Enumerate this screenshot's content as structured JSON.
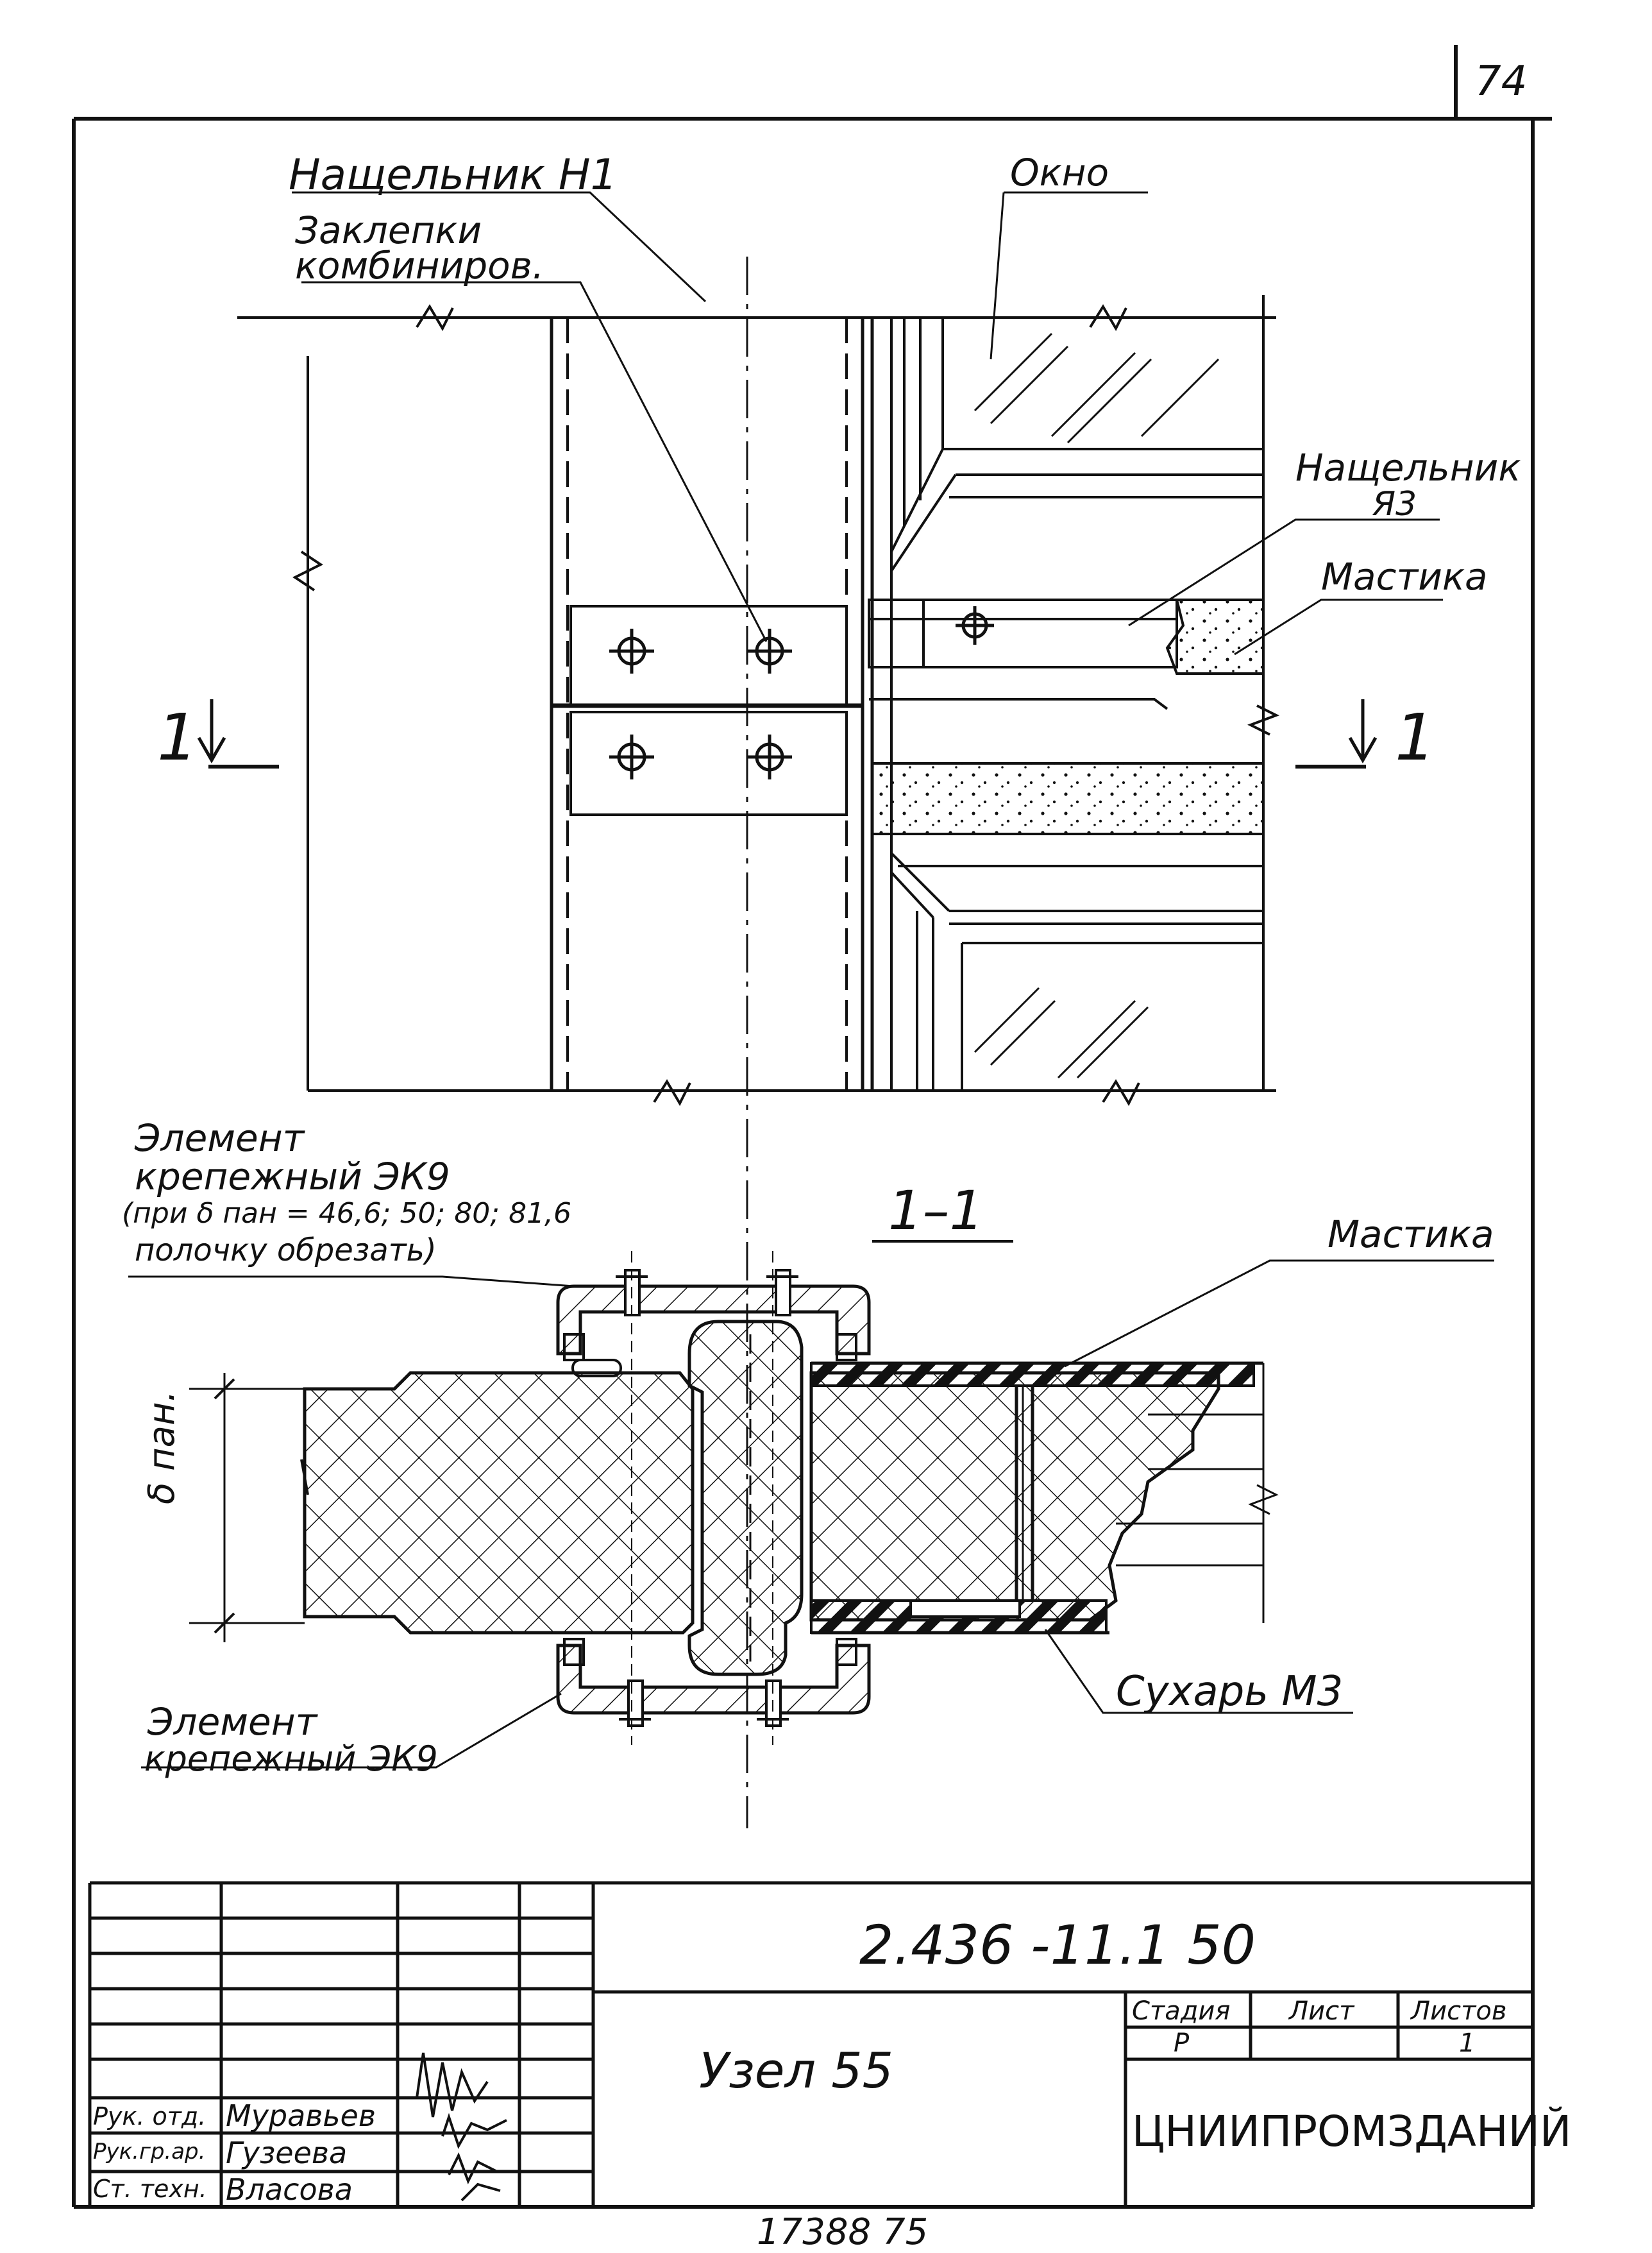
{
  "sheet": {
    "page_number": "74",
    "bottom_number": "17388  75"
  },
  "labels": {
    "nashchelnik_h1": "Нащельник Н1",
    "zaklepki_1": "Заклепки",
    "zaklepki_2": "комбиниров.",
    "okno": "Окно",
    "nashchelnik_ya3_1": "Нащельник",
    "nashchelnik_ya3_2": "Я3",
    "mastika_top": "Мастика",
    "section_mark_left": "1",
    "section_mark_right": "1",
    "element_top_1": "Элемент",
    "element_top_2": "крепежный ЭК9",
    "element_top_3": "(при δ пан = 46,6; 50; 80; 81,6",
    "element_top_4": "полочку обрезать)",
    "section_title": "1–1",
    "mastika_section": "Мастика",
    "delta_pan": "δ пан.",
    "sukhar": "Сухарь М3",
    "element_bottom_1": "Элемент",
    "element_bottom_2": "крепежный ЭК9"
  },
  "title_block": {
    "doc_code": "2.436 -11.1 50",
    "title": "Узел 55",
    "stage_header": "Стадия",
    "sheet_header": "Лист",
    "sheets_header": "Листов",
    "stage_value": "Р",
    "sheet_value": "",
    "sheets_value": "1",
    "organization": "ЦНИИПРОМЗДАНИЙ",
    "roles": [
      "Рук. отд.",
      "Рук.гр.ар.",
      "Ст. техн."
    ],
    "names": [
      "Муравьев",
      "Гузеева",
      "Власова"
    ]
  }
}
